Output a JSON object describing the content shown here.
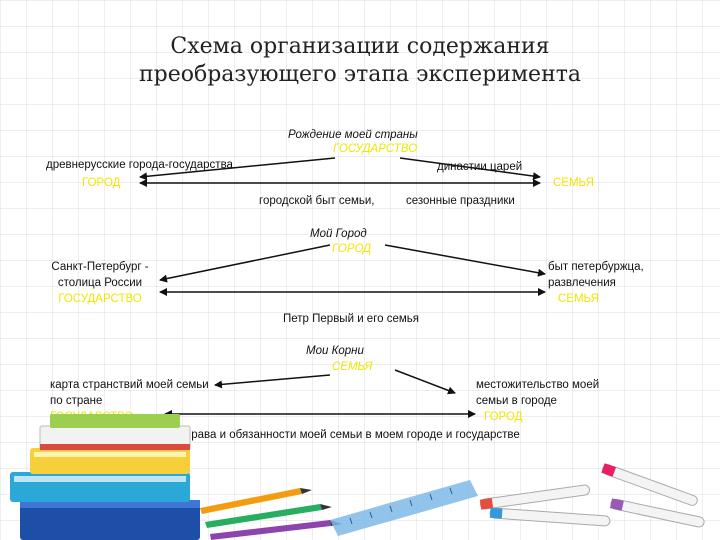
{
  "title_line1": "Схема организации содержания",
  "title_line2": "преобразующего этапа эксперимента",
  "blocks": [
    {
      "top_label": "Рождение моей страны",
      "top_tag": "ГОСУДАРСТВО",
      "left_label": "древнерусские города-государства",
      "left_tag": "ГОРОД",
      "right_label": "династии царей",
      "right_tag": "СЕМЬЯ",
      "middle_left": "городской быт семьи,",
      "middle_right": "сезонные праздники"
    },
    {
      "top_label": "Мой Город",
      "top_tag": "ГОРОД",
      "left_label_1": "Санкт-Петербург -",
      "left_label_2": "столица России",
      "left_tag": "ГОСУДАРСТВО",
      "right_label_1": "быт петербуржца,",
      "right_label_2": "развлечения",
      "right_tag": "СЕМЬЯ",
      "bottom_label": "Петр Первый и его семья"
    },
    {
      "top_label": "Мои Корни",
      "top_tag": "СЕМЬЯ",
      "left_label_1": "карта странствий моей семьи",
      "left_label_2": "по стране",
      "left_tag": "ГОСУДАРСТВО",
      "right_label_1": "местожительство моей",
      "right_label_2": "семьи в городе",
      "right_tag": "ГОРОД",
      "bottom_label": "права и обязанности моей семьи в моем городе и государстве"
    }
  ],
  "colors": {
    "tag": "#f2e600",
    "text": "#111111"
  },
  "icons": [
    "books-stack-icon",
    "pencils-icon",
    "ruler-icon",
    "pens-icon"
  ]
}
